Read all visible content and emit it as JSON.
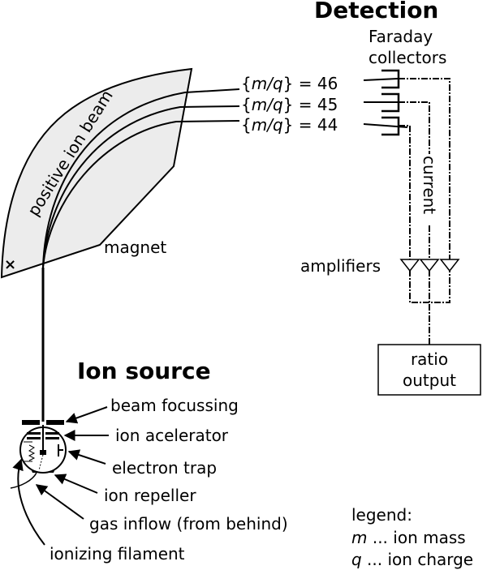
{
  "title_detection": "Detection",
  "title_ion_source": "Ion source",
  "magnet": {
    "label": "magnet",
    "beam_label": "positive ion beam",
    "field_symbol": "×"
  },
  "detection": {
    "collectors_label_line1": "Faraday",
    "collectors_label_line2": "collectors",
    "beams": [
      {
        "prefix": "{",
        "var": "m/q",
        "suffix": "} = 46"
      },
      {
        "prefix": "{",
        "var": "m/q",
        "suffix": "} = 45"
      },
      {
        "prefix": "{",
        "var": "m/q",
        "suffix": "} = 44"
      }
    ],
    "current_label": "current",
    "amplifiers_label": "amplifiers",
    "output_line1": "ratio",
    "output_line2": "output"
  },
  "ion_source": {
    "labels": [
      "beam focussing",
      "ion acelerator",
      "electron trap",
      "ion repeller",
      "gas inflow (from behind)",
      "ionizing filament"
    ]
  },
  "legend": {
    "title": "legend:",
    "items": [
      {
        "symbol": "m",
        "text": " ... ion mass"
      },
      {
        "symbol": "q",
        "text": " ... ion charge"
      }
    ]
  },
  "colors": {
    "magnet_fill": "#ececec",
    "stroke": "#000000"
  }
}
